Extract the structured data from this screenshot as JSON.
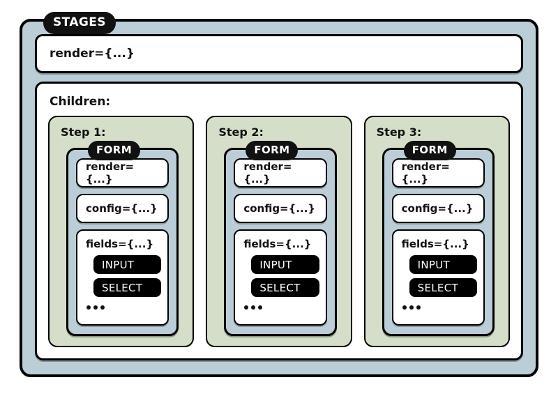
{
  "diagram": {
    "root": {
      "badge": "STAGES",
      "render_prop": "render={...}",
      "children_label": "Children:"
    },
    "steps": [
      {
        "label": "Step 1:",
        "form": {
          "badge": "FORM",
          "render_prop": "render={...}",
          "config_prop": "config={...}",
          "fields_prop": "fields={...}",
          "field_nodes": [
            "INPUT",
            "SELECT"
          ],
          "more": "..."
        }
      },
      {
        "label": "Step 2:",
        "form": {
          "badge": "FORM",
          "render_prop": "render={...}",
          "config_prop": "config={...}",
          "fields_prop": "fields={...}",
          "field_nodes": [
            "INPUT",
            "SELECT"
          ],
          "more": "..."
        }
      },
      {
        "label": "Step 3:",
        "form": {
          "badge": "FORM",
          "render_prop": "render={...}",
          "config_prop": "config={...}",
          "fields_prop": "fields={...}",
          "field_nodes": [
            "INPUT",
            "SELECT"
          ],
          "more": "..."
        }
      }
    ]
  },
  "colors": {
    "page_background": "#ffffff",
    "stages_fill": "#bbcdd6",
    "form_fill": "#bbcdd6",
    "step_fill": "#d5dec9",
    "panel_fill": "#ffffff",
    "stroke": "#000000",
    "badge_fill": "#111111",
    "badge_text": "#ffffff"
  }
}
